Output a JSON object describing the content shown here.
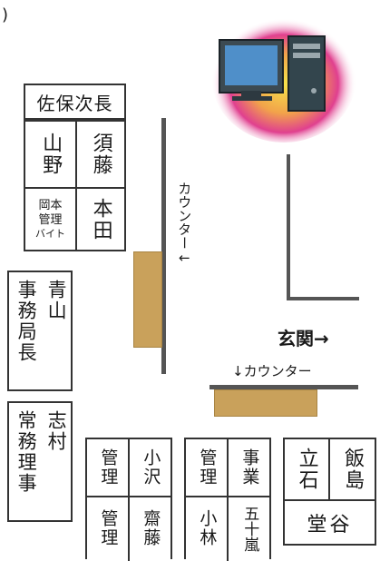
{
  "corner_mark": ")",
  "deputy": {
    "title": "佐保次長",
    "yamano": "山野",
    "sudo": "須藤",
    "okamoto_line1": "岡本",
    "okamoto_line2": "管理",
    "okamoto_line3": "バイト",
    "honda": "本田"
  },
  "director": {
    "name": "青山",
    "role": "事務局長"
  },
  "managing": {
    "name": "志村",
    "role": "常務理事"
  },
  "counter_vertical": "カウンター←",
  "counter_horizontal": "↓カウンター",
  "entrance": "玄関→",
  "desks": {
    "kanri_1": "管理",
    "ozawa": "小沢",
    "kanri_2": "管理",
    "saito": "齋藤",
    "kanri_3": "管理",
    "jigyo": "事業",
    "kobayashi": "小林",
    "igarashi": "五十嵐",
    "tateishi": "立石",
    "iijima": "飯島",
    "dotani": "堂谷"
  }
}
